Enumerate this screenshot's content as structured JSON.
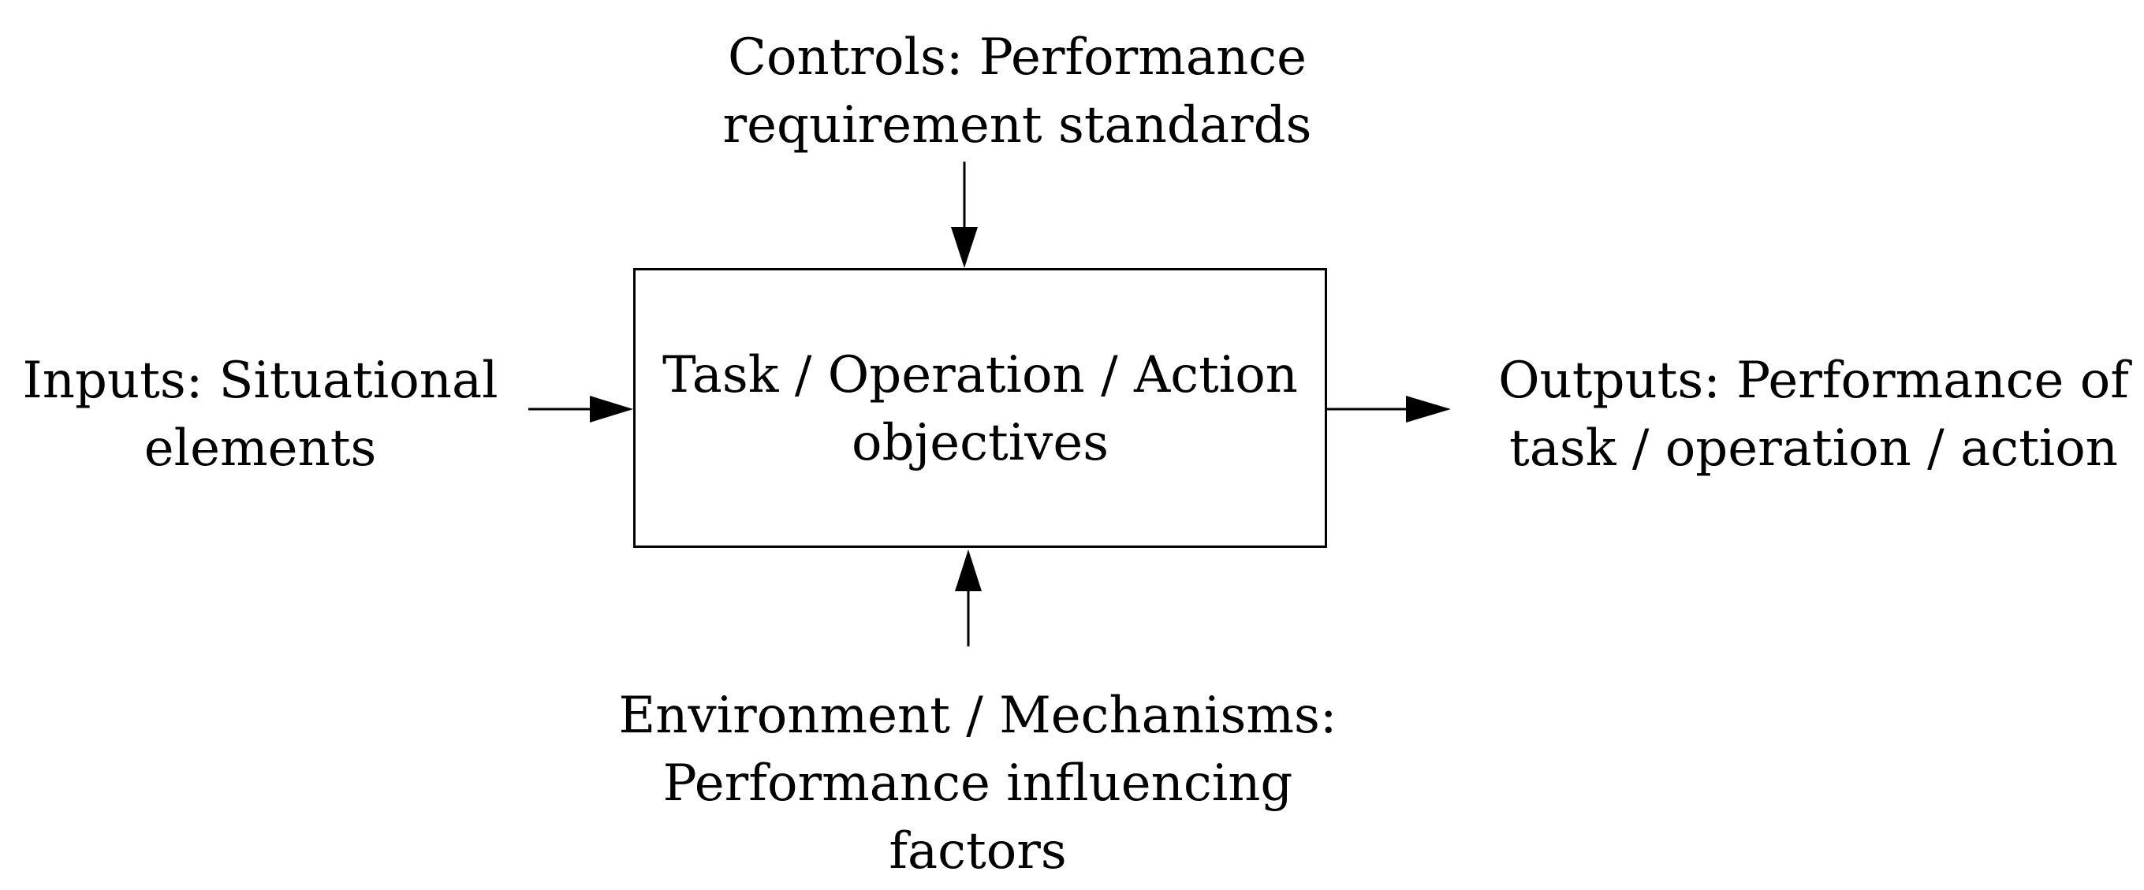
{
  "diagram": {
    "center": {
      "line1": "Task / Operation / Action",
      "line2": "objectives"
    },
    "controls": {
      "line1": "Controls: Performance",
      "line2": "requirement standards"
    },
    "inputs": {
      "line1": "Inputs: Situational",
      "line2": "elements"
    },
    "outputs": {
      "line1": "Outputs: Performance of",
      "line2": "task / operation / action"
    },
    "environment": {
      "line1": "Environment / Mechanisms:",
      "line2": "Performance  influencing",
      "line3": "factors"
    },
    "colors": {
      "stroke": "#000000",
      "background": "#ffffff"
    }
  }
}
